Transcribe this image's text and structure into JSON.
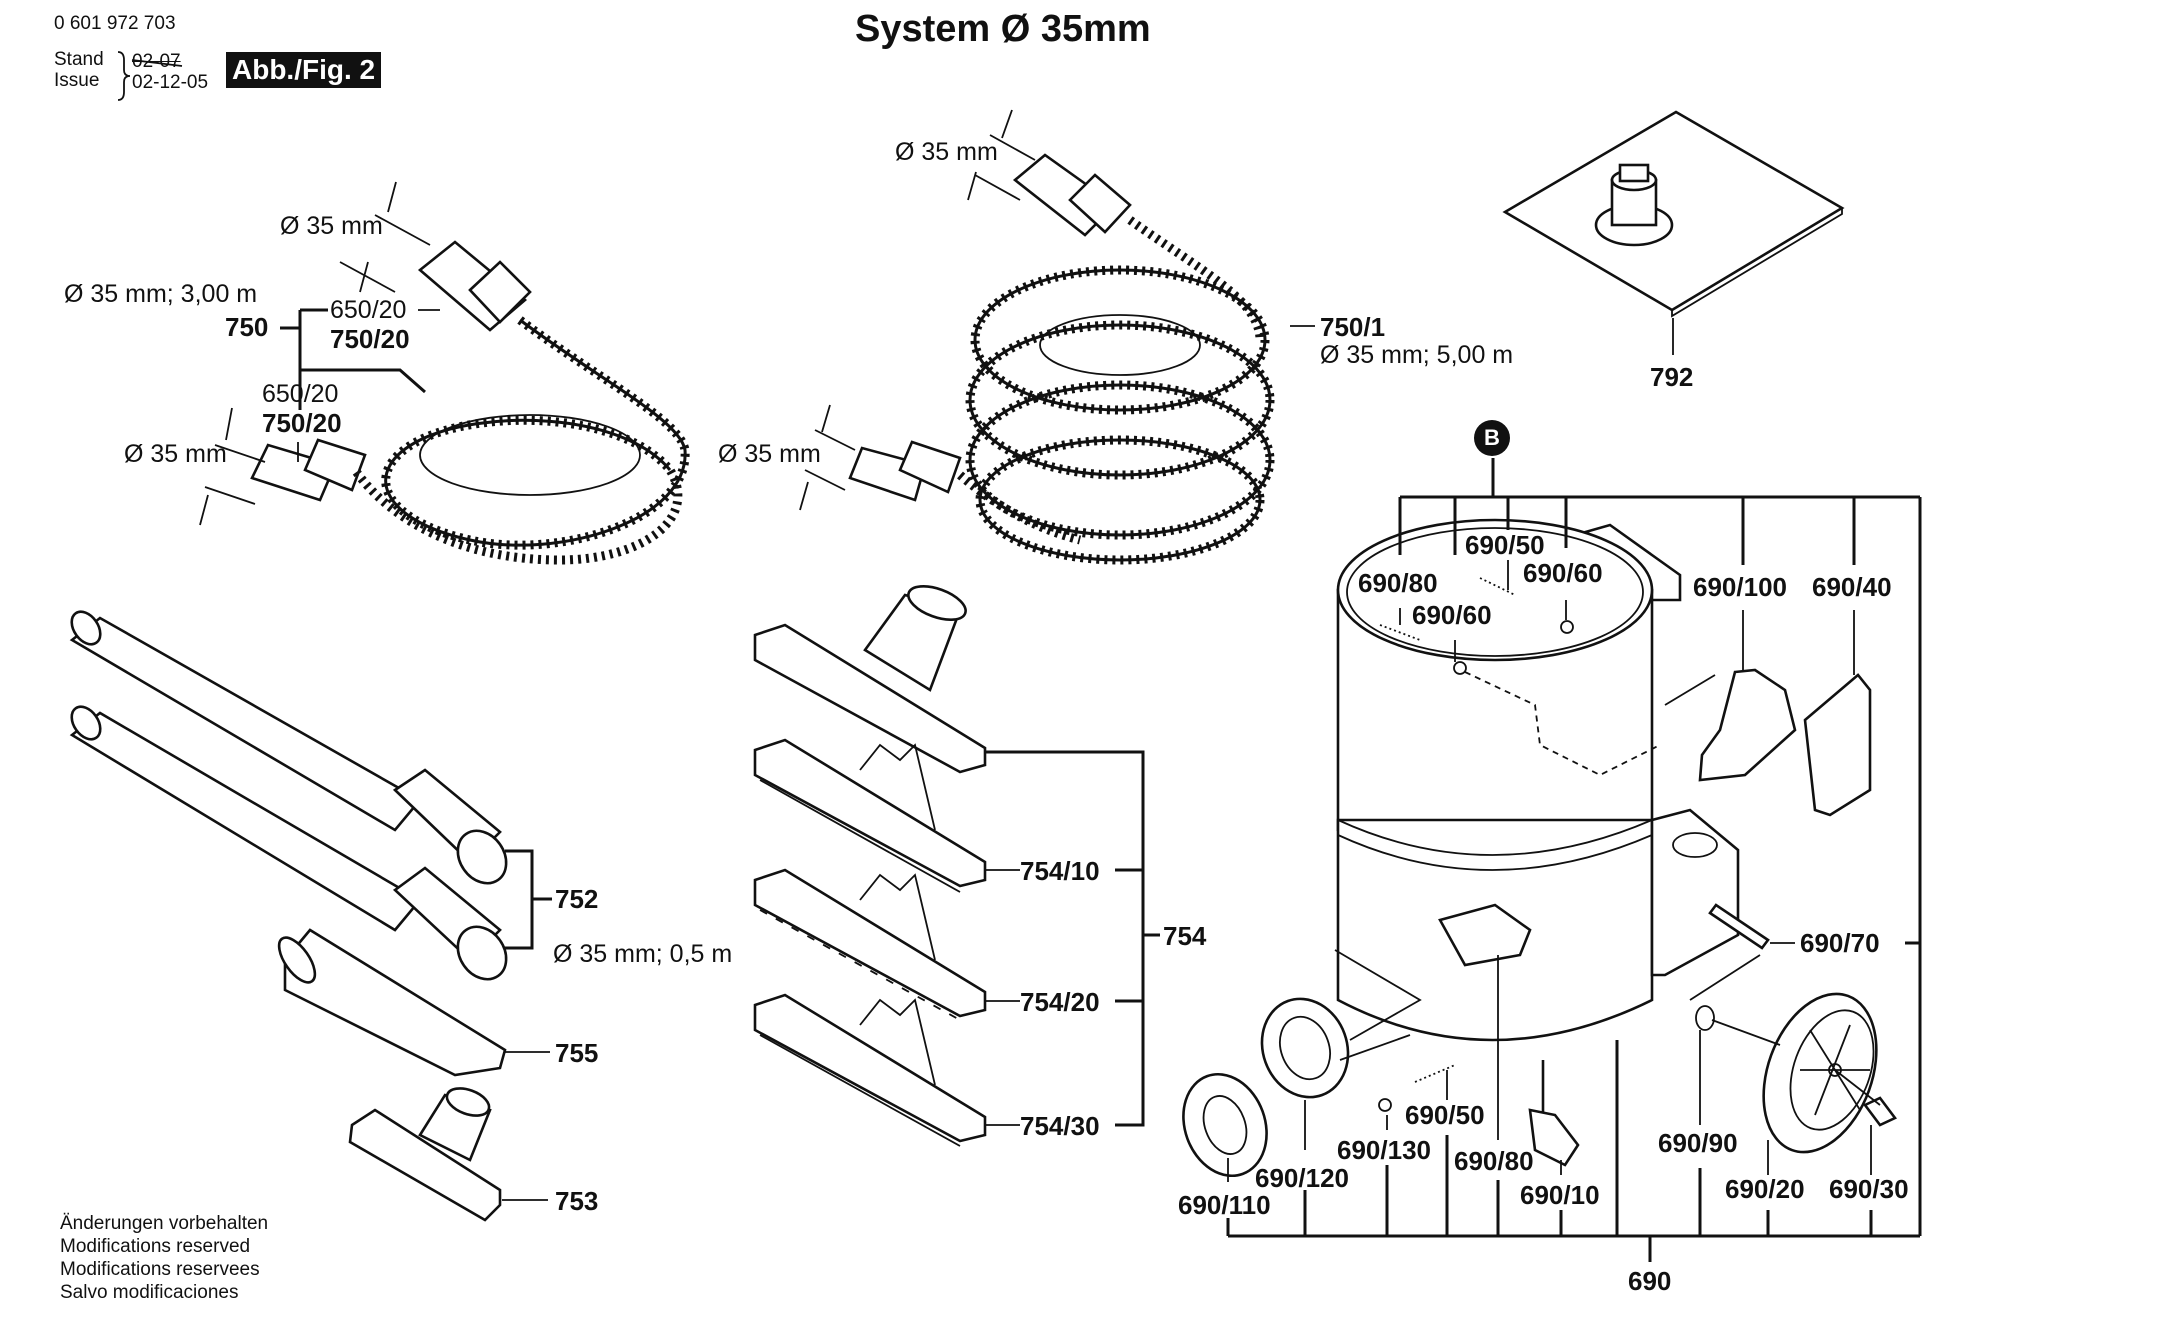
{
  "header": {
    "part_number": "0 601 972 703",
    "stand_label": "Stand",
    "issue_label": "Issue",
    "stand_date_struck": "02-07",
    "issue_date": "02-12-05",
    "figure_badge": "Abb./Fig. 2",
    "title": "System Ø 35mm"
  },
  "hose_3m": {
    "diameter_top": "Ø 35 mm",
    "diameter_bottom": "Ø 35 mm",
    "spec": "Ø 35 mm; 3,00 m",
    "assembly": "750",
    "coupling_top_old": "650/20",
    "coupling_top": "750/20",
    "coupling_bottom_old": "650/20",
    "coupling_bottom": "750/20"
  },
  "hose_5m": {
    "diameter_top": "Ø 35 mm",
    "diameter_bottom": "Ø 35 mm",
    "part": "750/1",
    "spec": "Ø 35 mm; 5,00 m"
  },
  "filter_plate": {
    "part": "792"
  },
  "tubes": {
    "part": "752",
    "spec": "Ø 35 mm; 0,5 m"
  },
  "crevice_nozzle": {
    "part": "755"
  },
  "upholstery_nozzle": {
    "part": "753"
  },
  "floor_nozzles": {
    "assembly": "754",
    "items": [
      "754/10",
      "754/20",
      "754/30"
    ]
  },
  "vacuum": {
    "group_marker": "B",
    "assembly": "690",
    "top_labels": [
      "690/80",
      "690/50",
      "690/60",
      "690/60",
      "690/100",
      "690/40"
    ],
    "side_label": "690/70",
    "bottom_labels": [
      "690/110",
      "690/120",
      "690/130",
      "690/50",
      "690/80",
      "690/10",
      "690/90",
      "690/20",
      "690/30"
    ]
  },
  "footer": {
    "lines": [
      "Änderungen vorbehalten",
      "Modifications reserved",
      "Modifications reservees",
      "Salvo modificaciones"
    ]
  }
}
